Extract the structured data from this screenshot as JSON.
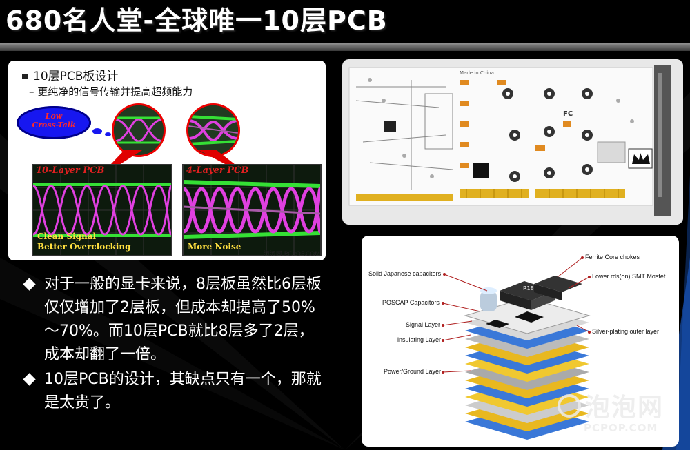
{
  "slide": {
    "title": "680名人堂-全球唯一10层PCB"
  },
  "comparison_panel": {
    "heading": "10层PCB板设计",
    "subheading": "– 更纯净的信号传输并提高超频能力",
    "cloud_line1": "Low",
    "cloud_line2": "Cross-Talk",
    "left_scope": {
      "label": "10-Layer PCB",
      "note1": "Clean Signal",
      "note2": "Better Overclocking"
    },
    "right_scope": {
      "label": "4-Layer PCB",
      "note1": "More Noise"
    },
    "credit": "泡泡网 PCPOP.COM"
  },
  "bullets": [
    {
      "text": "对于一般的显卡来说，8层板虽然比6层板仅仅增加了2层板，但成本却提高了50%～70%。而10层PCB就比8层多了2层，成本却翻了一倍。"
    },
    {
      "text": "10层PCB的设计，其缺点只有一个，那就是太贵了。"
    }
  ],
  "board_panel": {
    "silk_text": "Made in China",
    "fc_mark": "FC"
  },
  "stack_panel": {
    "labels": {
      "ferrite": "Ferrite Core chokes",
      "solid_caps": "Solid Japanese capacitors",
      "mosfet": "Lower rds(on) SMT Mosfet",
      "poscap": "POSCAP Capacitors",
      "signal": "Signal Layer",
      "silver": "Silver-plating outer layer",
      "insulating": "insulating Layer",
      "power": "Power/Ground Layer"
    },
    "chip_text": "R18"
  },
  "watermark": {
    "cn": "泡泡网",
    "en": "PCPOP.COM"
  },
  "colors": {
    "background": "#000000",
    "accent_red": "#e00000",
    "cloud_blue": "#1717f0",
    "trace_green": "#35e035",
    "trace_magenta": "#e040e0"
  }
}
